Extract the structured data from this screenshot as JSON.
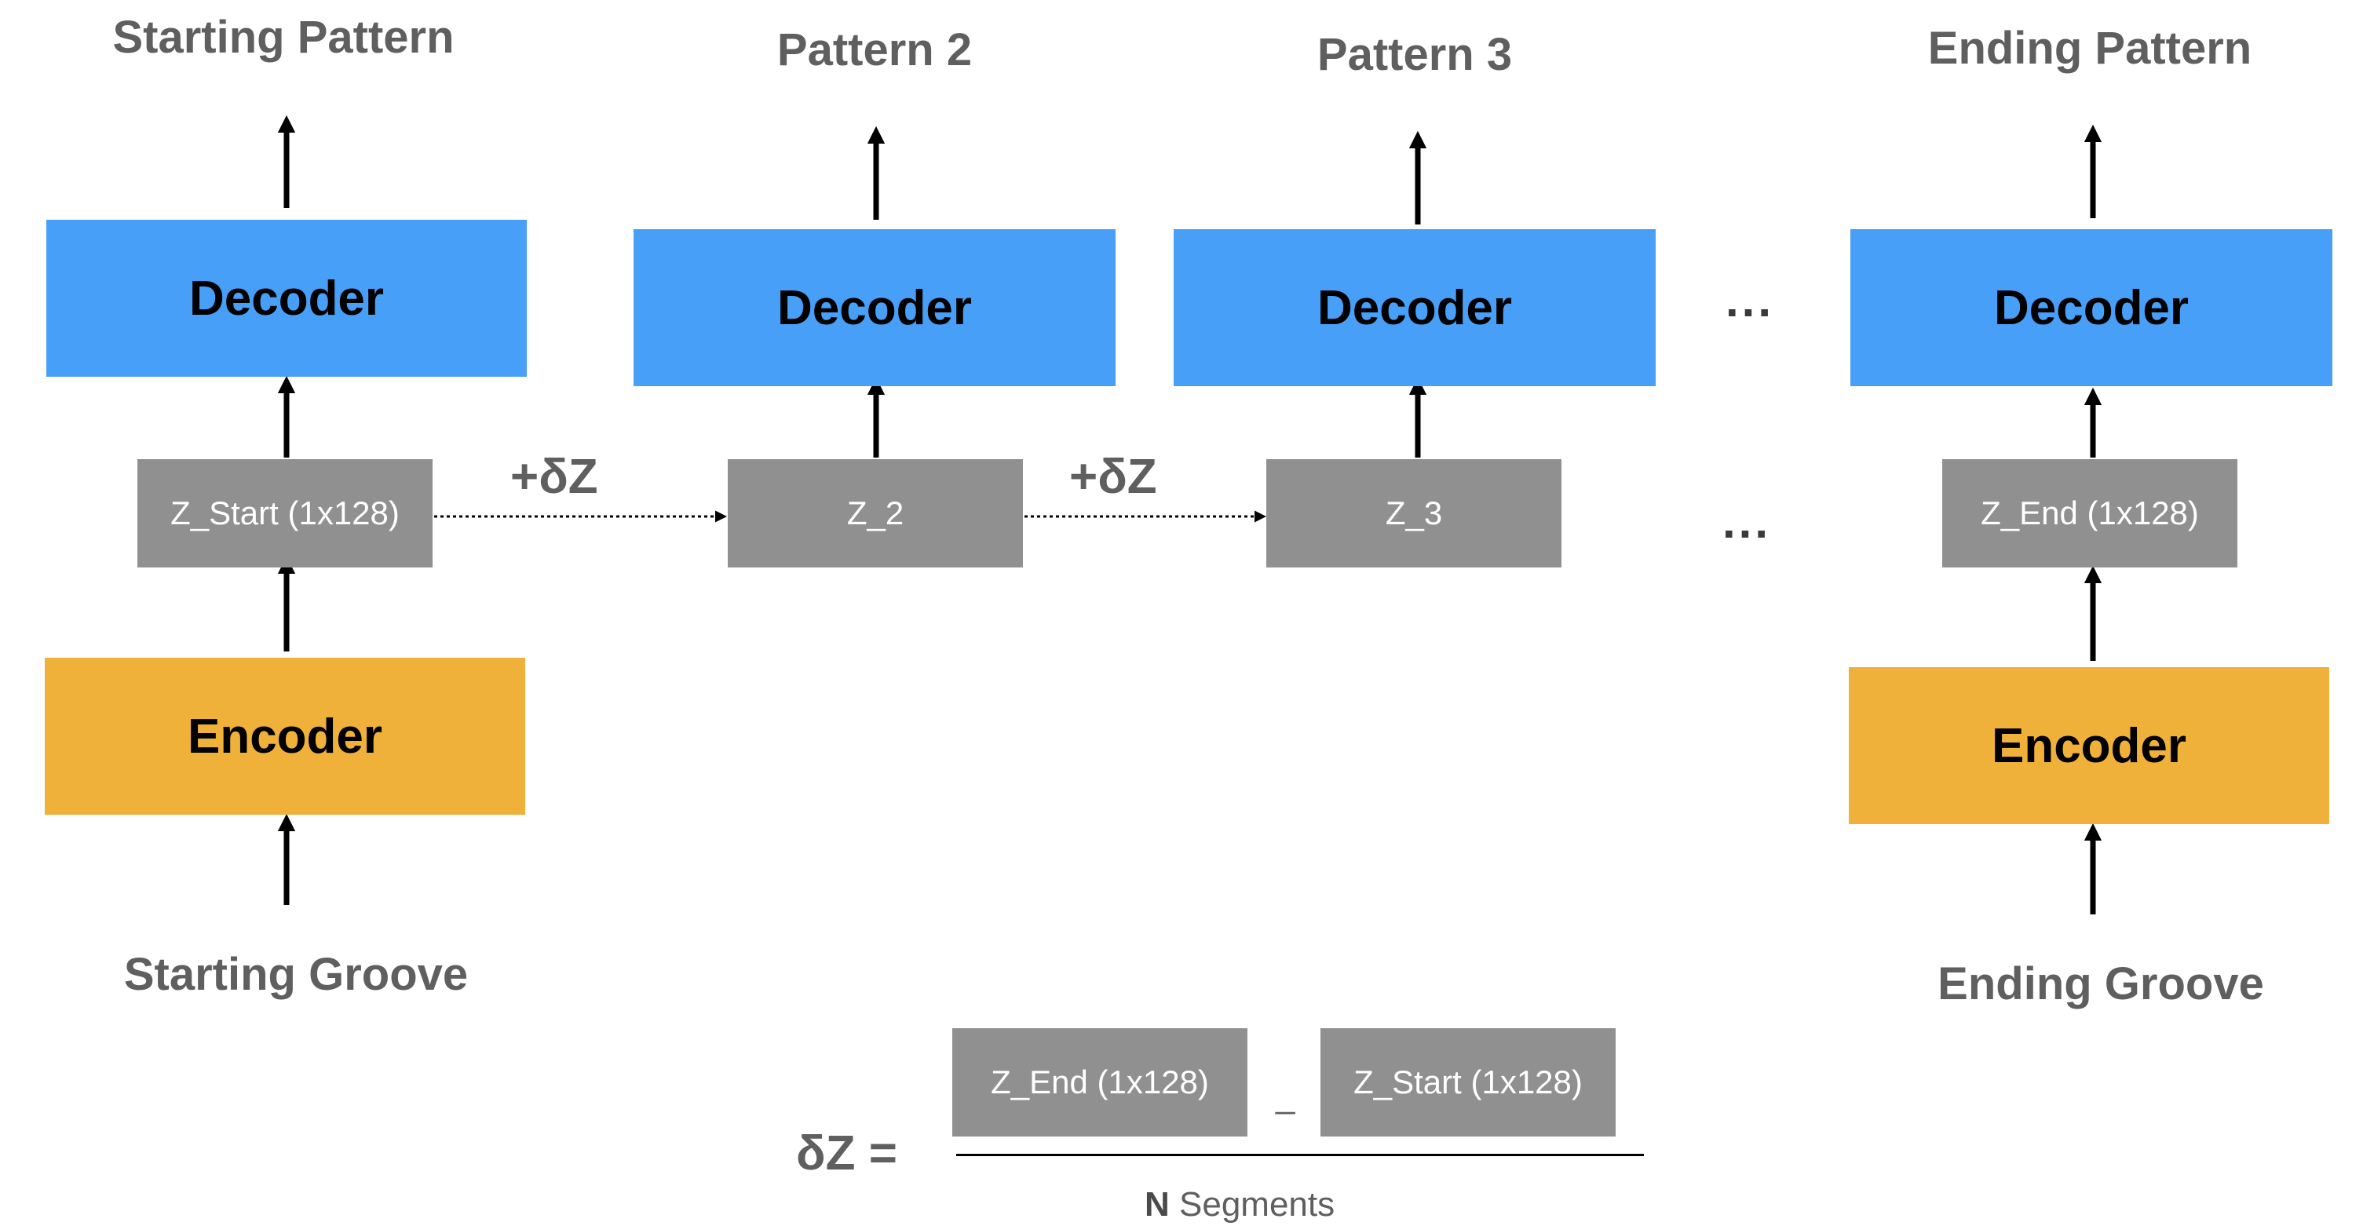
{
  "columns": {
    "start": {
      "output_label": "Starting Pattern",
      "decoder": "Decoder",
      "latent": "Z_Start (1x128)",
      "encoder": "Encoder",
      "input_label": "Starting Groove"
    },
    "p2": {
      "output_label": "Pattern 2",
      "decoder": "Decoder",
      "latent": "Z_2"
    },
    "p3": {
      "output_label": "Pattern 3",
      "decoder": "Decoder",
      "latent": "Z_3"
    },
    "end": {
      "output_label": "Ending Pattern",
      "decoder": "Decoder",
      "latent": "Z_End (1x128)",
      "encoder": "Encoder",
      "input_label": "Ending Groove"
    }
  },
  "step_labels": [
    "+δZ",
    "+δZ"
  ],
  "ellipsis": "...",
  "formula": {
    "lhs": "δZ =",
    "numerator_left": "Z_End (1x128)",
    "operator": "_",
    "numerator_right": "Z_Start (1x128)",
    "denominator_bold": "N",
    "denominator_text": "Segments"
  },
  "colors": {
    "decoder": "#479ff8",
    "encoder": "#f0b13b",
    "latent": "#909090",
    "label_text": "#5f5f5f"
  }
}
